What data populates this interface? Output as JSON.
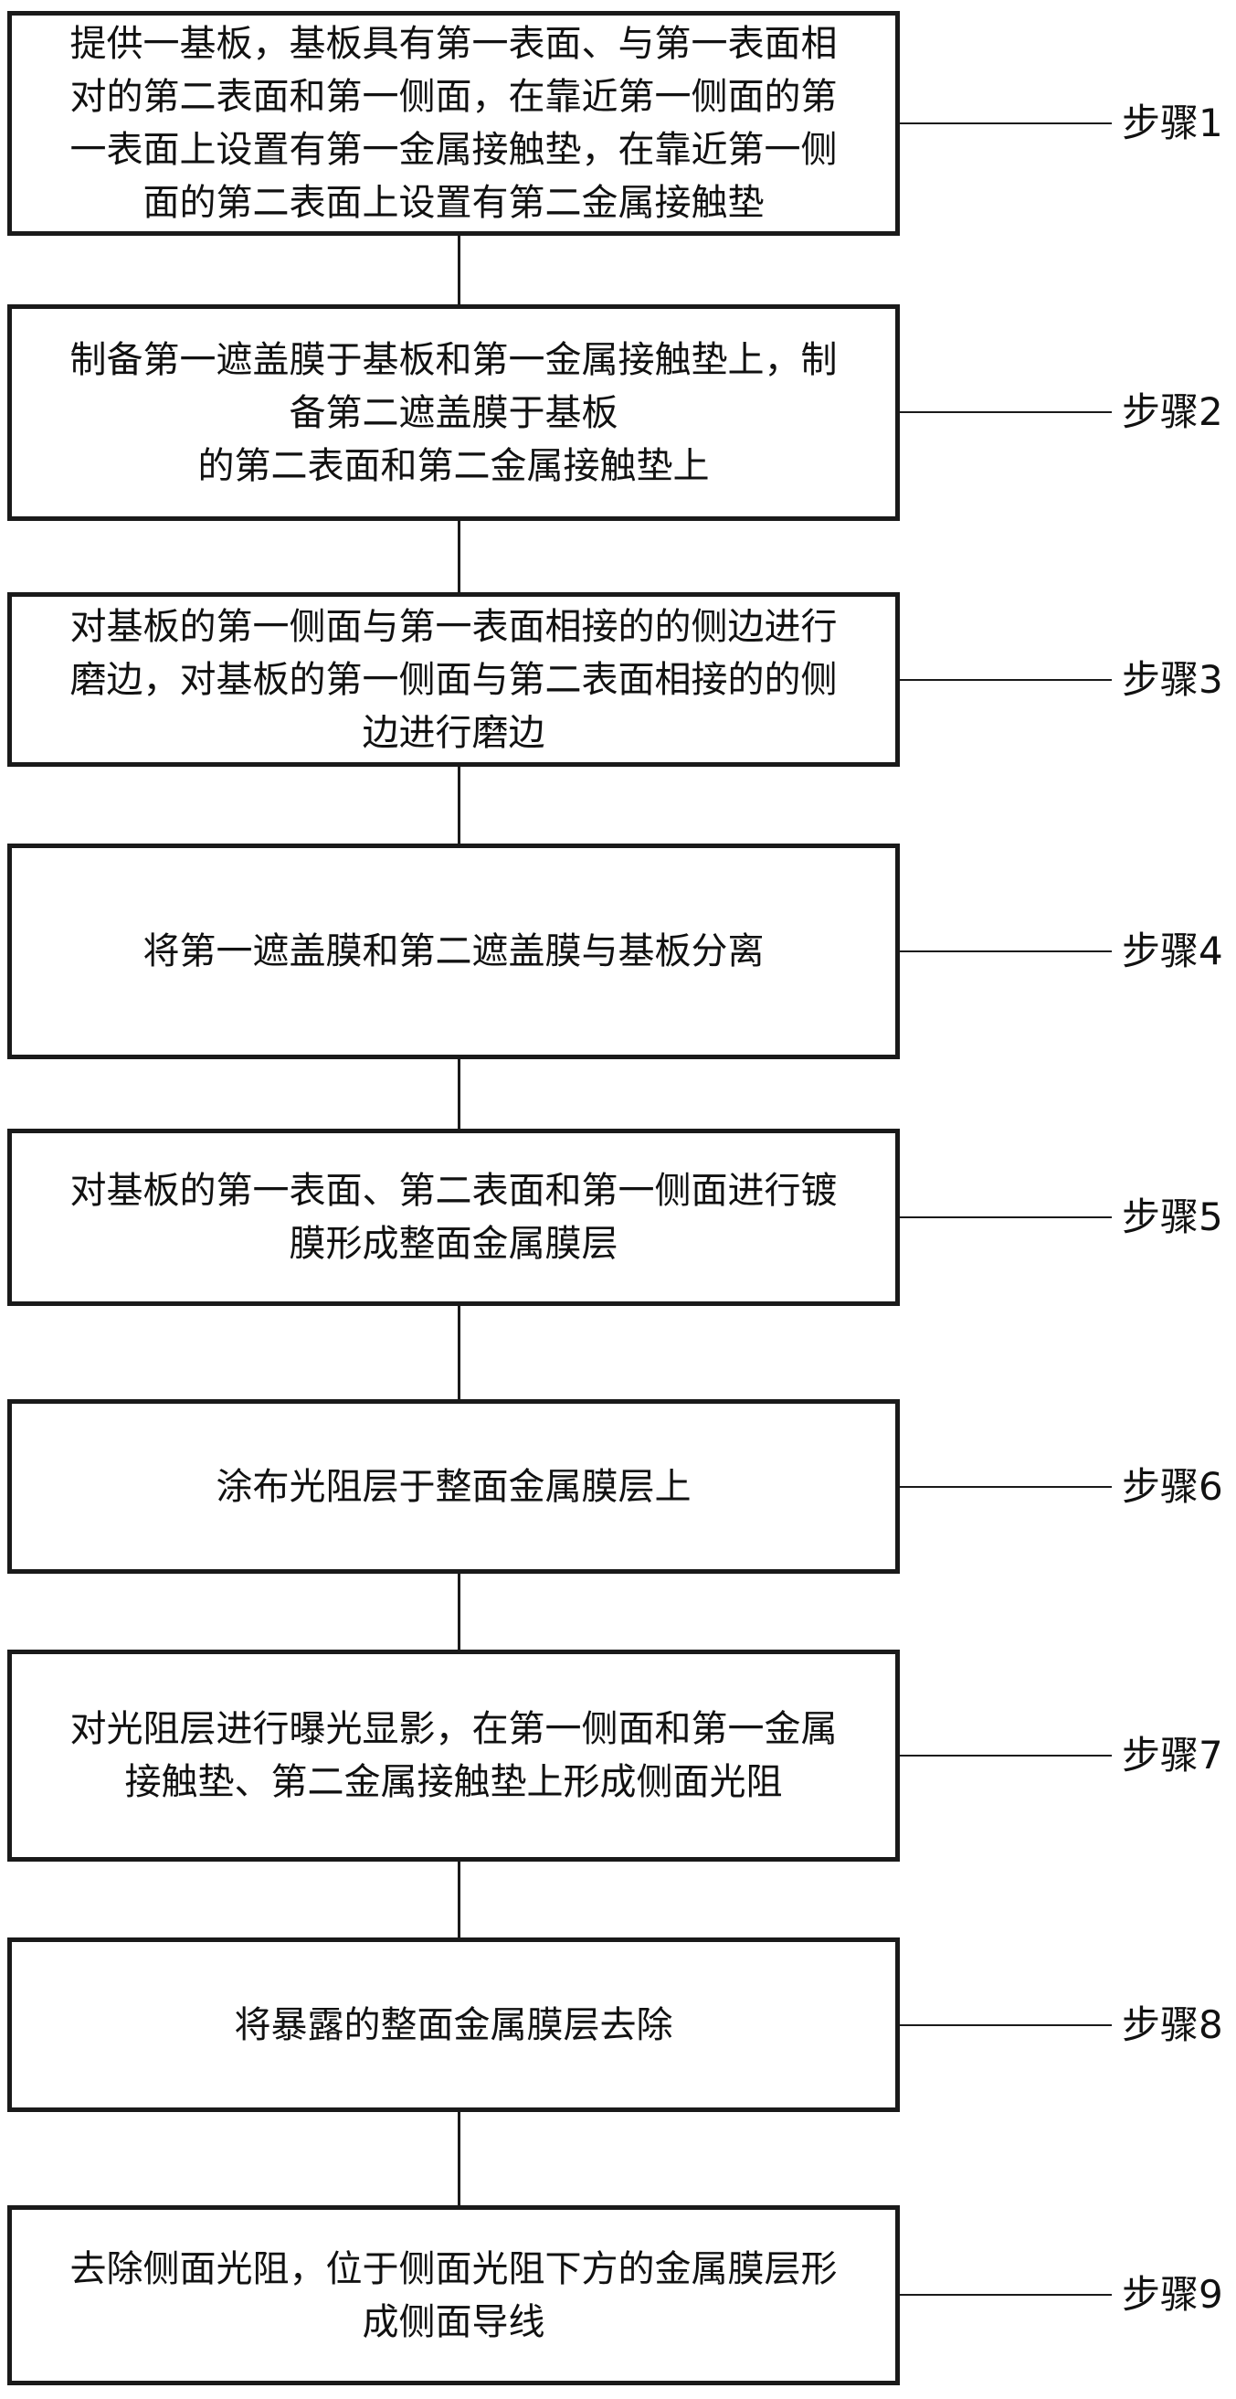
{
  "flowchart": {
    "kind": "vertical-process-flowchart",
    "colors": {
      "line": "#1a1a1a",
      "background": "#ffffff",
      "text": "#111111"
    },
    "steps": [
      {
        "label": "步骤1",
        "lines": [
          "提供一基板，基板具有第一表面、与第一表面相",
          "对的第二表面和第一侧面，在靠近第一侧面的第",
          "一表面上设置有第一金属接触垫，在靠近第一侧",
          "面的第二表面上设置有第二金属接触垫"
        ]
      },
      {
        "label": "步骤2",
        "lines": [
          "制备第一遮盖膜于基板和第一金属接触垫上，制",
          "备第二遮盖膜于基板",
          "的第二表面和第二金属接触垫上"
        ]
      },
      {
        "label": "步骤3",
        "lines": [
          "对基板的第一侧面与第一表面相接的的侧边进行",
          "磨边，对基板的第一侧面与第二表面相接的的侧",
          "边进行磨边"
        ]
      },
      {
        "label": "步骤4",
        "lines": [
          "将第一遮盖膜和第二遮盖膜与基板分离"
        ]
      },
      {
        "label": "步骤5",
        "lines": [
          "对基板的第一表面、第二表面和第一侧面进行镀",
          "膜形成整面金属膜层"
        ]
      },
      {
        "label": "步骤6",
        "lines": [
          "涂布光阻层于整面金属膜层上"
        ]
      },
      {
        "label": "步骤7",
        "lines": [
          "对光阻层进行曝光显影，在第一侧面和第一金属",
          "接触垫、第二金属接触垫上形成侧面光阻"
        ]
      },
      {
        "label": "步骤8",
        "lines": [
          "将暴露的整面金属膜层去除"
        ]
      },
      {
        "label": "步骤9",
        "lines": [
          "去除侧面光阻，位于侧面光阻下方的金属膜层形",
          "成侧面导线"
        ]
      }
    ]
  }
}
